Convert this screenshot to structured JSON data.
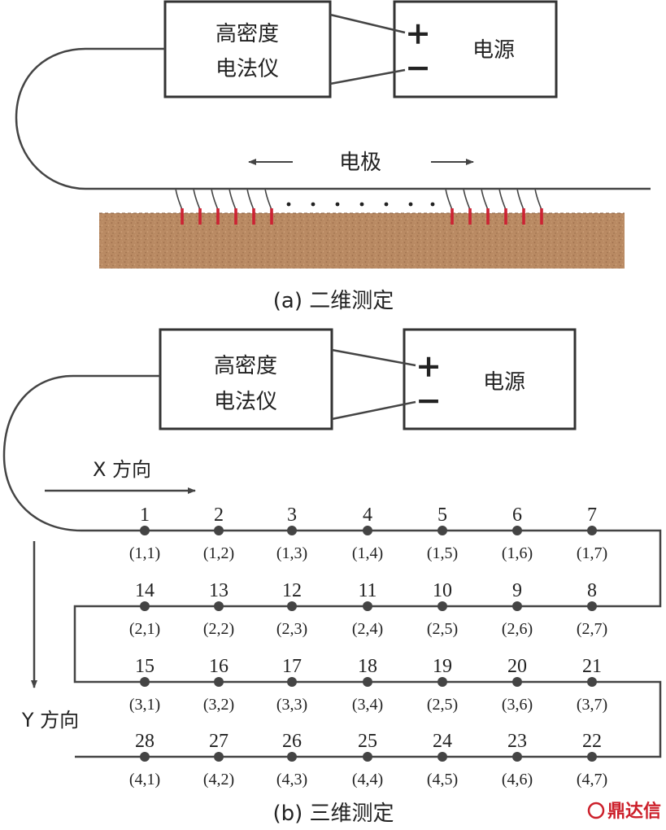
{
  "panel_a": {
    "instrument_label_line1": "高密度",
    "instrument_label_line2": "电法仪",
    "power_label": "电源",
    "plus_sign": "+",
    "minus_sign": "−",
    "electrode_label": "电极",
    "arrow_left": "←",
    "arrow_right": "→",
    "caption": "(a) 二维测定"
  },
  "panel_b": {
    "instrument_label_line1": "高密度",
    "instrument_label_line2": "电法仪",
    "power_label": "电源",
    "plus_sign": "+",
    "minus_sign": "−",
    "x_direction_label": "X 方向",
    "y_direction_label": "Y 方向",
    "caption": "(b) 三维测定",
    "grid": [
      {
        "numbers": [
          "1",
          "2",
          "3",
          "4",
          "5",
          "6",
          "7"
        ],
        "coords": [
          "(1,1)",
          "(1,2)",
          "(1,3)",
          "(1,4)",
          "(1,5)",
          "(1,6)",
          "(1,7)"
        ]
      },
      {
        "numbers": [
          "14",
          "13",
          "12",
          "11",
          "10",
          "9",
          "8"
        ],
        "coords": [
          "(2,1)",
          "(2,2)",
          "(2,3)",
          "(2,4)",
          "(2,5)",
          "(2,6)",
          "(2,7)"
        ]
      },
      {
        "numbers": [
          "15",
          "16",
          "17",
          "18",
          "19",
          "20",
          "21"
        ],
        "coords": [
          "(3,1)",
          "(3,2)",
          "(3,3)",
          "(3,4)",
          "(2,5)",
          "(3,6)",
          "(3,7)"
        ]
      },
      {
        "numbers": [
          "28",
          "27",
          "26",
          "25",
          "24",
          "23",
          "22"
        ],
        "coords": [
          "(4,1)",
          "(4,2)",
          "(4,3)",
          "(4,4)",
          "(4,5)",
          "(4,6)",
          "(4,7)"
        ]
      }
    ]
  },
  "watermark": "鼎达信",
  "colors": {
    "soil": "#b98a63",
    "electrode": "#cc2233",
    "line": "#444444",
    "node": "#444444",
    "watermark": "#cc1f2a"
  }
}
